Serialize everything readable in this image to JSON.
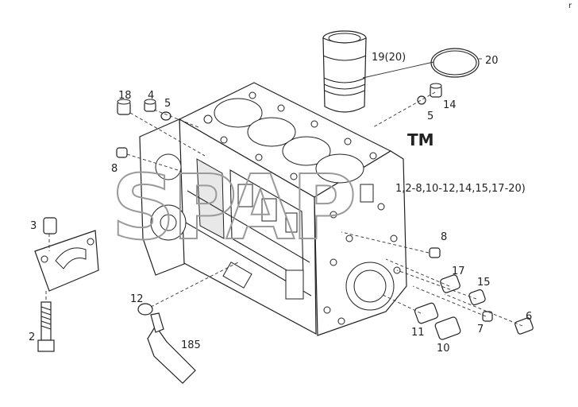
{
  "diagram": {
    "watermark": "SPAP",
    "trademark": "TM",
    "group_label": "1,2-8,10-12,14,15,17-20)",
    "corner_mark": "r",
    "callouts": {
      "c19": "19(20)",
      "c20": "20",
      "c18": "18",
      "c4": "4",
      "c5a": "5",
      "c5b": "5",
      "c14": "14",
      "c8a": "8",
      "c3": "3",
      "c8b": "8",
      "c17": "17",
      "c15": "15",
      "c12": "12",
      "c2": "2",
      "c185": "185",
      "c11": "11",
      "c10": "10",
      "c7": "7",
      "c6": "6"
    }
  }
}
